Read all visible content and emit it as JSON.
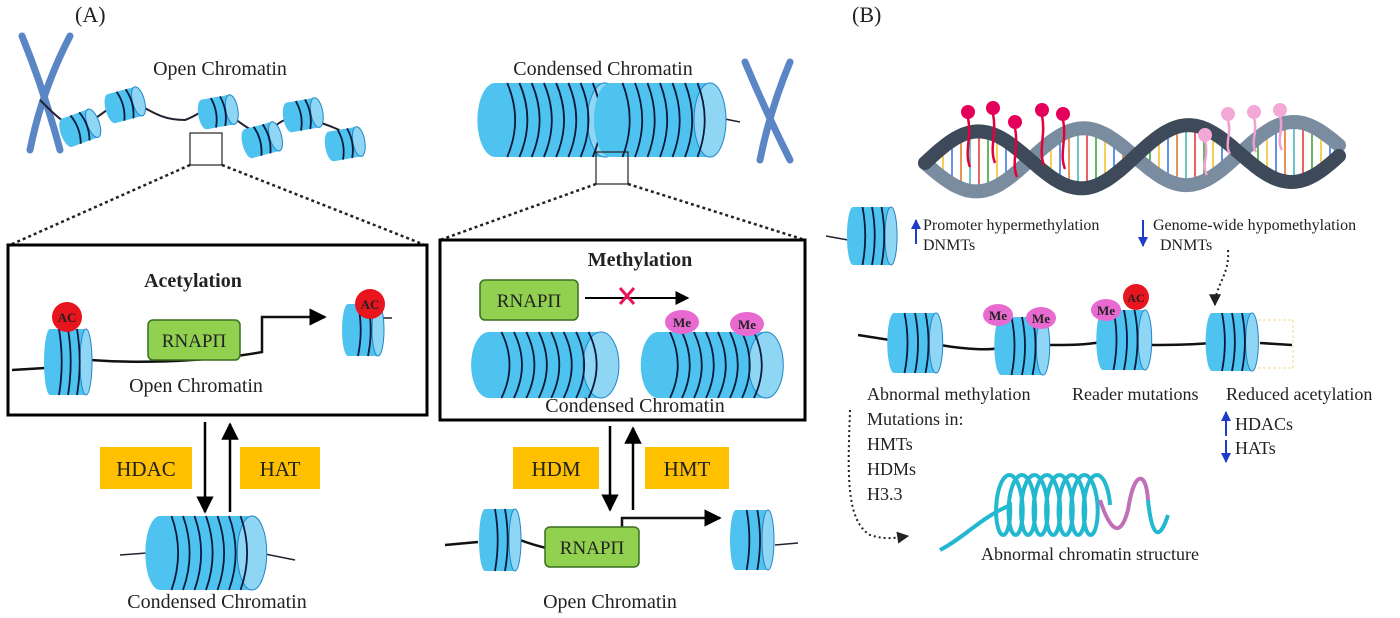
{
  "panel_a": {
    "label": "(A)",
    "left": {
      "top_title": "Open Chromatin",
      "box_title": "Acetylation",
      "ac_mark": "AC",
      "polymerase": "RNAPП",
      "box_subtitle": "Open Chromatin",
      "enzyme_down": "HDAC",
      "enzyme_up": "HAT",
      "bottom_title": "Condensed Chromatin"
    },
    "right": {
      "top_title": "Condensed Chromatin",
      "box_title": "Methylation",
      "polymerase": "RNAPП",
      "me_mark": "Me",
      "box_subtitle": "Condensed Chromatin",
      "enzyme_down": "HDM",
      "enzyme_up": "HMT",
      "polymerase_bottom": "RNAPП",
      "bottom_title": "Open Chromatin"
    }
  },
  "panel_b": {
    "label": "(B)",
    "promoter_line1": "Promoter hypermethylation",
    "promoter_line2": "DNMTs",
    "genome_line1": "Genome-wide  hypomethylation",
    "genome_line2": "DNMTs",
    "me_mark": "Me",
    "ac_mark": "AC",
    "abnormal_methylation": "Abnormal methylation",
    "mutations_in": "Mutations in:",
    "mutation_list": [
      "HMTs",
      "HDMs",
      "H3.3"
    ],
    "reader_mutations": "Reader mutations",
    "reduced_acetylation": "Reduced acetylation",
    "hdacs": "HDACs",
    "hats": "HATs",
    "structure_caption": "Abnormal chromatin structure"
  },
  "colors": {
    "nucleosome": "#4fc3f0",
    "nucleosome_dark": "#1f86c8",
    "enzyme_box": "#ffc000",
    "polymerase_box": "#92d050",
    "ac_mark": "#e8141e",
    "me_mark": "#e86ad0",
    "chromosome": "#5b86c5",
    "coil": "#22b8cf",
    "coil_tail": "#c070b8"
  }
}
